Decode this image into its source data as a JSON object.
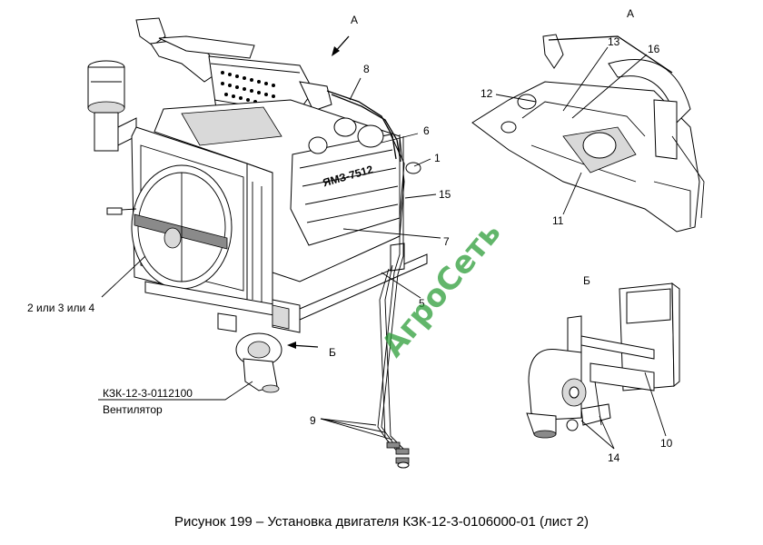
{
  "view_labels": {
    "view_a_main": "А",
    "view_a_detail": "А",
    "view_b_main": "Б",
    "view_b_detail": "Б"
  },
  "callouts": {
    "c1": "1",
    "c2_3_4": "2 или 3 или 4",
    "c5": "5",
    "c6": "6",
    "c7": "7",
    "c8": "8",
    "c9": "9",
    "c10": "10",
    "c11": "11",
    "c12": "12",
    "c13": "13",
    "c14": "14",
    "c15": "15",
    "c16": "16"
  },
  "engine_plate": "ЯМЗ-7512",
  "fan_part_number": "КЗК-12-3-0112100",
  "fan_name": "Вентилятор",
  "watermark": "АгроСеть",
  "watermark_color": "#2e9e3a",
  "caption": "Рисунок 199 – Установка двигателя КЗК-12-3-0106000-01 (лист 2)"
}
